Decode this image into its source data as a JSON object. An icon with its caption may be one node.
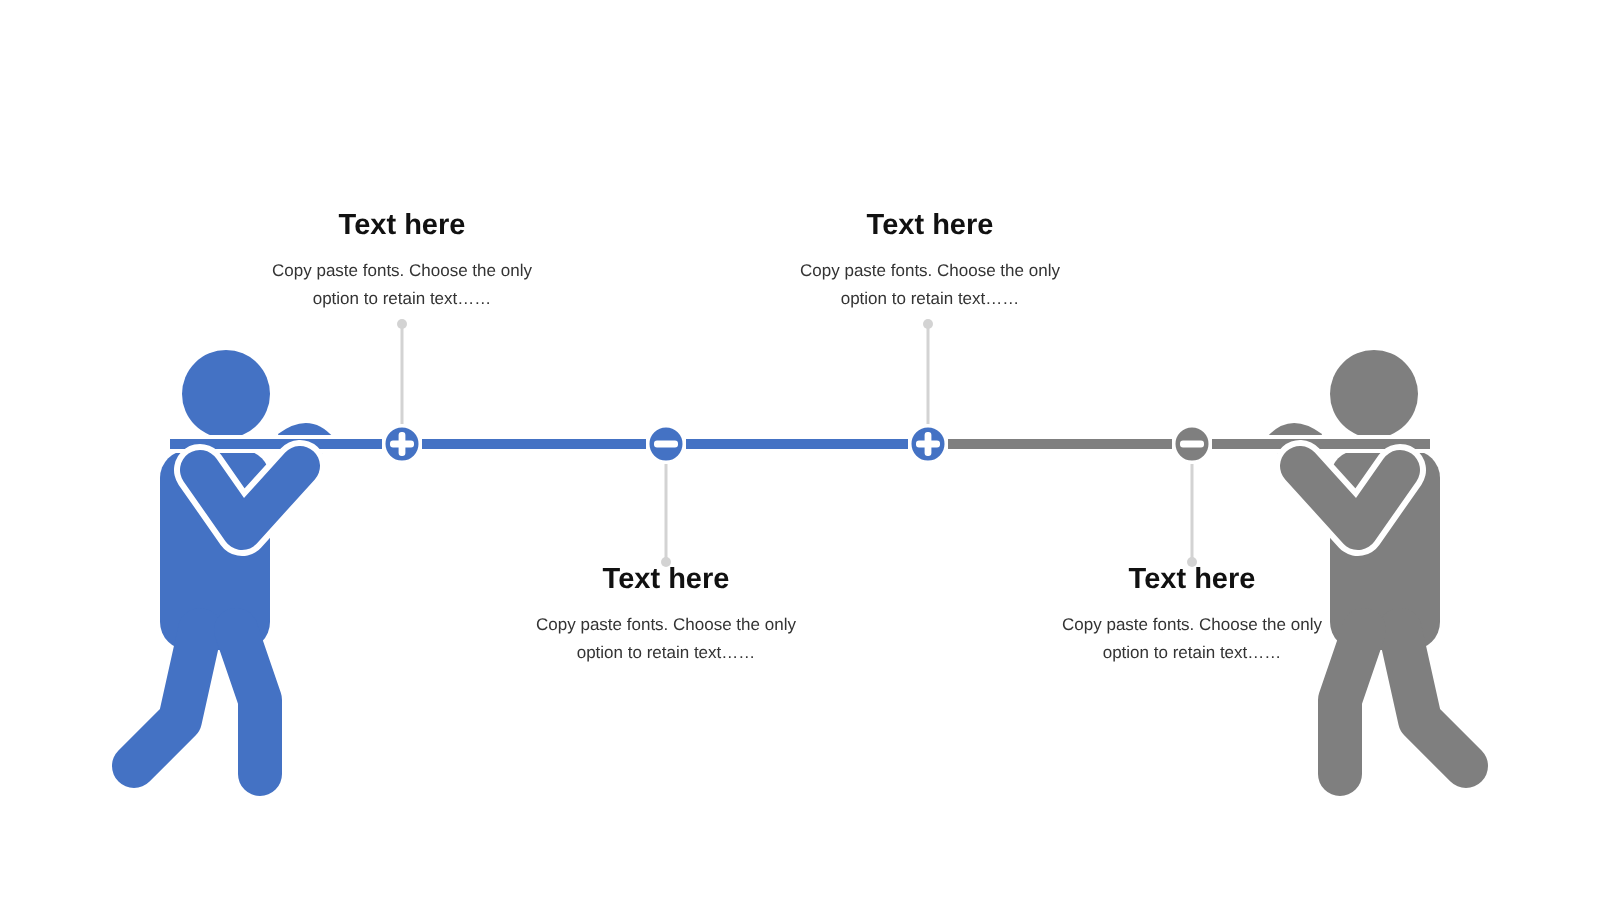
{
  "diagram": {
    "nodes": [
      {
        "text": [],
        "shape": "person"
      },
      {
        "text": [
          "Text here",
          "Copy paste fonts. Choose the only option to retain text……"
        ]
      },
      {
        "text": [
          "Text here",
          "Copy paste fonts. Choose the only option to retain text……"
        ]
      },
      {
        "text": [],
        "shape": "circle"
      },
      {
        "text": [],
        "shape": "circle"
      },
      {
        "text": [],
        "shape": "circle"
      },
      {
        "text": [],
        "shape": "circle"
      },
      {
        "text": [],
        "shape": "person"
      },
      {
        "text": [
          "Text here",
          "Copy paste fonts. Choose the only option to retain text……"
        ]
      },
      {
        "text": [
          "Text here",
          "Copy paste fonts. Choose the only option to retain text……"
        ]
      }
    ],
    "edges": [
      {
        "from": 1,
        "to": 3,
        "arrow": "other"
      },
      {
        "from": 2,
        "to": 5,
        "arrow": "other"
      },
      {
        "from": 8,
        "to": 4,
        "arrow": "other"
      },
      {
        "from": 9,
        "to": 6,
        "arrow": "other"
      },
      {
        "from": 0,
        "to": 3,
        "arrow": "none",
        "color": "#4472c4"
      },
      {
        "from": 3,
        "to": 4,
        "arrow": "none",
        "color": "#4472c4"
      },
      {
        "from": 4,
        "to": 5,
        "arrow": "none",
        "color": "#4472c4"
      },
      {
        "from": 5,
        "to": 6,
        "arrow": "none",
        "color": "#7f7f7f"
      },
      {
        "from": 6,
        "to": 7,
        "arrow": "none",
        "color": "#7f7f7f"
      }
    ]
  }
}
